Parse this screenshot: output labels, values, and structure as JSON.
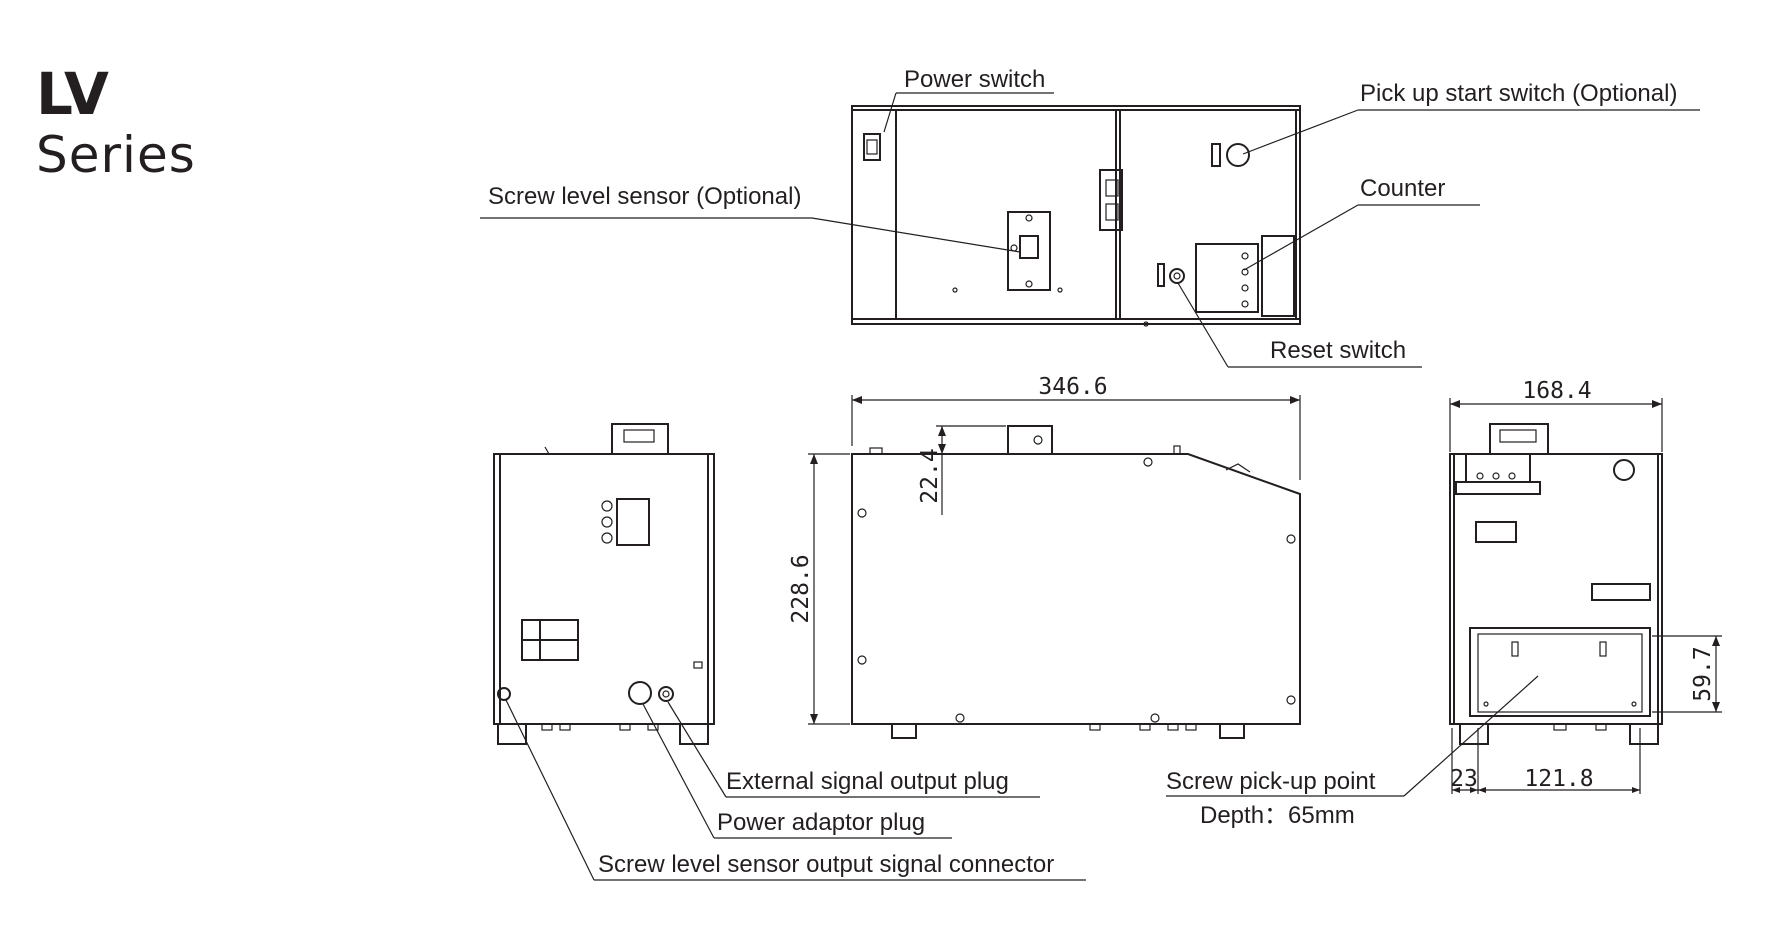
{
  "title": {
    "main": "LV",
    "sub": "Series"
  },
  "labels": {
    "power_switch": "Power switch",
    "pickup_start_switch": "Pick up start switch (Optional)",
    "screw_level_sensor": "Screw level sensor (Optional)",
    "counter": "Counter",
    "reset_switch": "Reset switch",
    "external_signal_output_plug": "External signal output plug",
    "power_adaptor_plug": "Power adaptor plug",
    "screw_level_sensor_output": "Screw level sensor output signal connector",
    "screw_pickup_point": "Screw pick-up point",
    "depth": "Depth：65mm"
  },
  "dimensions": {
    "length": "346.6",
    "width": "168.4",
    "height": "228.6",
    "top_protrusion": "22.4",
    "pickup_height": "59.7",
    "pickup_offset": "23",
    "pickup_width": "121.8"
  },
  "colors": {
    "line": "#231f20",
    "background": "#ffffff"
  }
}
